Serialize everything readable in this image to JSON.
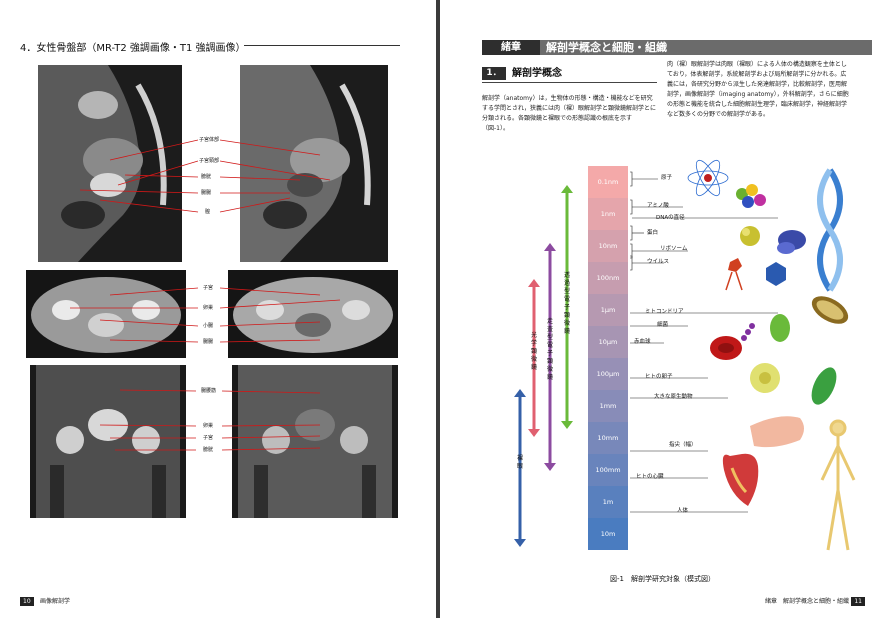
{
  "left_page": {
    "section_title": "4．女性骨盤部（MR-T2 強調画像・T1 強調画像）",
    "sagittal_labels": [
      "子宮体部",
      "子宮頸部",
      "膀胱",
      "腸腸",
      "膣"
    ],
    "axial_labels": [
      "子宮",
      "卵巣",
      "小腸",
      "腸腸"
    ],
    "coronal_labels": [
      "腸腰筋",
      "卵巣",
      "子宮",
      "膀胱"
    ],
    "page_number": "10",
    "running_title": "画像解剖学"
  },
  "right_page": {
    "chapter_tag": "緒章",
    "chapter_title": "解剖学概念と細胞・組織",
    "subsection_number": "1．",
    "subsection_title": "解剖学概念",
    "para_left": "解剖学（anatomy）は，生物体の形態・構造・機能などを研究する学問とされ，狭義には肉（裸）眼解剖学と顕微鏡解剖学とに分類される。各顕微鏡と裸眼での形態認識の根底を示す（図-1）。",
    "para_right": "肉（裸）眼解剖学は肉眼（裸眼）による人体の構造観察を主体としており，体表解剖学，系統解剖学および局所解剖学に分かれる。広義には，各研究分野から派生した発達解剖学，比較解剖学，医用解剖学，画像解剖学（imaging anatomy），外科解剖学，さらに細胞の形態と機能を統合した細胞解剖生理学，臨床解剖学，神経解剖学など数多くの分野での解剖学がある。",
    "scale_labels": [
      "0.1nm",
      "1nm",
      "10nm",
      "100nm",
      "1μm",
      "10μm",
      "100μm",
      "1mm",
      "10mm",
      "100mm",
      "1m",
      "10m"
    ],
    "items": [
      "原子",
      "アミノ酸",
      "DNAの直径",
      "蛋白",
      "リボソーム",
      "ウイルス",
      "ミトコンドリア",
      "細菌",
      "赤血球",
      "ヒトの卵子",
      "大きな原生動物",
      "指尖（幅）",
      "ヒトの心臓",
      "人体"
    ],
    "arrow_labels": [
      "透過型電子顕微鏡",
      "走査型電子顕微鏡",
      "光学顕微鏡",
      "裸眼"
    ],
    "figure_caption": "図-1　解剖学研究対象（模式図）",
    "page_number": "11",
    "running_title": "緒章　解剖学概念と細胞・組織"
  },
  "colors": {
    "scale_top": "#f4a9a9",
    "scale_bottom": "#4a7cc0",
    "arrow_green": "#6aba3a",
    "arrow_purple": "#8c4ba0",
    "arrow_pink": "#e06070",
    "arrow_blue": "#3560a8",
    "leader_red": "#d01818"
  }
}
